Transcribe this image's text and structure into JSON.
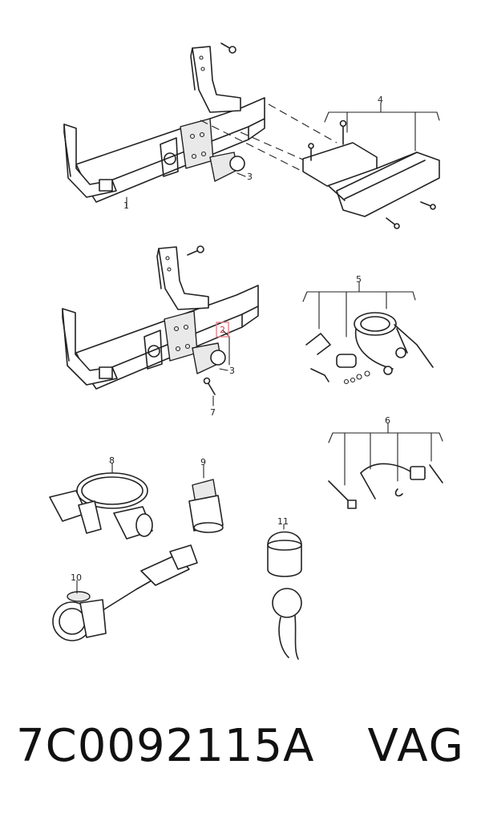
{
  "callouts": {
    "c1": "1",
    "c2": "2",
    "c3a": "3",
    "c3b": "3",
    "c4": "4",
    "c5": "5",
    "c6": "6",
    "c7": "7",
    "c8": "8",
    "c9": "9",
    "c10": "10",
    "c11": "11"
  },
  "highlight_color": "#d9343f",
  "footer": {
    "part_number": "7C0092115A",
    "brand": "VAG"
  }
}
